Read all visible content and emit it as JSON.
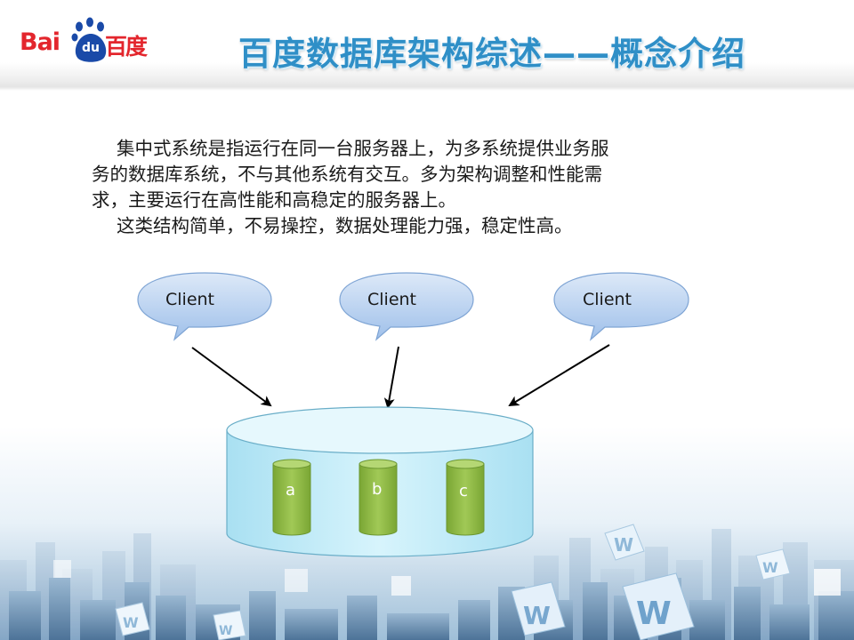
{
  "header": {
    "logo_text_latin": "Bai",
    "logo_text_du": "du",
    "logo_text_cn": "百度",
    "title": "百度数据库架构综述——概念介绍",
    "title_color": "#2f8fc7",
    "brand_color": "#e3262d"
  },
  "body": {
    "lines": [
      "集中式系统是指运行在同一台服务器上，为多系统提供业务服",
      "务的数据库系统，不与其他系统有交互。多为架构调整和性能需",
      "求，主要运行在高性能和高稳定的服务器上。",
      "这类结构简单，不易操控，数据处理能力强，稳定性高。"
    ]
  },
  "diagram": {
    "clients": [
      {
        "label": "Client"
      },
      {
        "label": "Client"
      },
      {
        "label": "Client"
      }
    ],
    "databases": [
      {
        "label": "a"
      },
      {
        "label": "b"
      },
      {
        "label": "c"
      }
    ],
    "colors": {
      "client_fill": "#b9d4f3",
      "server_fill": "#c8eef9",
      "db_fill": "#8dba3f"
    }
  }
}
